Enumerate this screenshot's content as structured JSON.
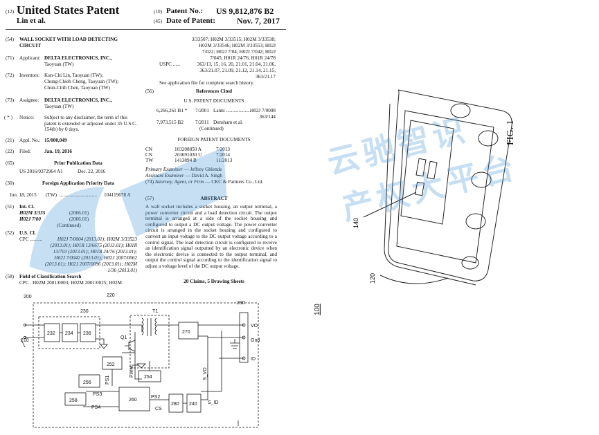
{
  "header": {
    "code12": "(12)",
    "title": "United States Patent",
    "inventors_short": "Lin et al.",
    "code10": "(10)",
    "patent_no_label": "Patent No.:",
    "patent_no": "US 9,812,876 B2",
    "code45": "(45)",
    "date_label": "Date of Patent:",
    "date": "Nov. 7, 2017"
  },
  "left": {
    "f54_num": "(54)",
    "f54_title": "WALL SOCKET WITH LOAD DETECTING CIRCUIT",
    "f71_num": "(71)",
    "f71_label": "Applicant:",
    "f71_value": "DELTA ELECTRONICS, INC.,",
    "f71_value2": "Taoyuan (TW)",
    "f72_num": "(72)",
    "f72_label": "Inventors:",
    "f72_line1": "Kun-Chi Lin, Taoyuan (TW);",
    "f72_line2": "Chung-Chieh Cheng, Taoyuan (TW);",
    "f72_line3": "Chun-Chih Chen, Taoyuan (TW)",
    "f73_num": "(73)",
    "f73_label": "Assignee:",
    "f73_value": "DELTA ELECTRONICS, INC.,",
    "f73_value2": "Taoyuan (TW)",
    "notice_num": "( * )",
    "notice_label": "Notice:",
    "notice_text": "Subject to any disclaimer, the term of this patent is extended or adjusted under 35 U.S.C. 154(b) by 0 days.",
    "f21_num": "(21)",
    "f21_label": "Appl. No.:",
    "f21_value": "15/000,049",
    "f22_num": "(22)",
    "f22_label": "Filed:",
    "f22_value": "Jan. 19, 2016",
    "f65_num": "(65)",
    "f65_title": "Prior Publication Data",
    "f65_pub": "US 2016/0372964 A1",
    "f65_date": "Dec. 22, 2016",
    "f30_num": "(30)",
    "f30_title": "Foreign Application Priority Data",
    "f30_date": "Jun. 18, 2015",
    "f30_country": "(TW)",
    "f30_dots": "..............................",
    "f30_no": "104119678 A",
    "f51_num": "(51)",
    "f51_label": "Int. Cl.",
    "f51_c1": "H02M 3/335",
    "f51_c1d": "(2006.01)",
    "f51_c2": "H02J 7/00",
    "f51_c2d": "(2006.01)",
    "f51_cont": "(Continued)",
    "f52_num": "(52)",
    "f52_label": "U.S. Cl.",
    "f52_cpc": "CPC ..........",
    "f52_l1": "H02J 7/0004 (2013.01); H02M 3/33523",
    "f52_l2": "(2013.01); H01R 13/6675 (2013.01); H01R",
    "f52_l3": "13/703 (2013.01); H01R 24/76 (2013.01);",
    "f52_l4": "H02J 7/0042 (2013.01); H02J 2007/0062",
    "f52_l5": "(2013.01); H02J 2007/0096 (2013.01); H02M",
    "f52_l6": "1/36 (2013.01)",
    "f58_num": "(58)",
    "f58_label": "Field of Classification Search",
    "f58_l1": "CPC . H02M 2001/0003; H02M 2001/0025; H02M"
  },
  "right": {
    "cls_l1": "3/33507; H02M 3/33515; H02M 3/33538;",
    "cls_l2": "H02M 3/33546; H02M 3/33553; H02J",
    "cls_l3": "7/022; H02J 7/04; H02J 7/042; H02J",
    "cls_l4": "7/045; H01R 24/76; H01R 24/78",
    "uspc_label": "USPC ......",
    "uspc_l1": "363/13, 15, 16, 20, 21.01, 21.04, 21.06,",
    "uspc_l2": "363/21.07, 21.09, 21.12, 21.14, 21.15,",
    "uspc_l3": "363/21.17",
    "search_note": "See application file for complete search history.",
    "f56_num": "(56)",
    "f56_title": "References Cited",
    "us_docs_title": "U.S. PATENT DOCUMENTS",
    "us_docs": [
      {
        "no": "6,266,261 B1 *",
        "date": "7/2001",
        "name": "Lanni ....................",
        "cls": "H02J 7/0008",
        "cls2": "363/144"
      },
      {
        "no": "7,973,515 B2",
        "date": "7/2011",
        "name": "Densham et al.",
        "cls": "",
        "cls2": ""
      }
    ],
    "us_cont": "(Continued)",
    "fp_title": "FOREIGN PATENT DOCUMENTS",
    "fp_docs": [
      {
        "c": "CN",
        "no": "103208850 A",
        "d": "7/2013"
      },
      {
        "c": "CN",
        "no": "203691030 U",
        "d": "7/2014"
      },
      {
        "c": "TW",
        "no": "1413894 B",
        "d": "11/2013"
      }
    ],
    "exam_primary_label": "Primary Examiner",
    "exam_primary": "— Jeffrey Gblende",
    "exam_assist_label": "Assistant Examiner",
    "exam_assist": "— David A. Singh",
    "attorney_num": "(74)",
    "attorney_label": "Attorney, Agent, or Firm",
    "attorney": "— CKC & Partners Co., Ltd.",
    "f57_num": "(57)",
    "f57_title": "ABSTRACT",
    "abstract": "A wall socket includes a socket housing, an output terminal, a power converter circuit and a load detection circuit. The output terminal is arranged at a side of the socket housing and configured to output a DC output voltage. The power converter circuit is arranged in the socket housing and configured to convert an input voltage to the DC output voltage according to a control signal. The load detection circuit is configured to receive an identification signal outputted by an electronic device when the electronic device is connected to the output terminal, and output the control signal according to the identification signal to adjust a voltage level of the DC output voltage.",
    "claims": "20 Claims, 5 Drawing Sheets"
  },
  "diagram": {
    "l200": "200",
    "l220": "220",
    "l230": "230",
    "l210": "210",
    "l232": "232",
    "l234": "234",
    "l236": "236",
    "lT1": "T1",
    "lQ1": "Q1",
    "l270": "270",
    "l290": "290",
    "lVO": "VO",
    "lGnd": "Gnd",
    "lID": "ID",
    "l252": "252",
    "l254": "254",
    "l256": "256",
    "l258": "258",
    "l260": "260",
    "l280": "280",
    "l240": "240",
    "lPS1": "PS1",
    "lPS2": "PS2",
    "lPS3": "PS3",
    "lPS4": "PS4",
    "lPWM": "PWM",
    "lCS": "CS",
    "lSVO": "S_VO",
    "lSID": "S_ID"
  },
  "figure": {
    "fig_label": "FIG. 1",
    "l140": "140",
    "l120": "120",
    "l100": "100"
  }
}
